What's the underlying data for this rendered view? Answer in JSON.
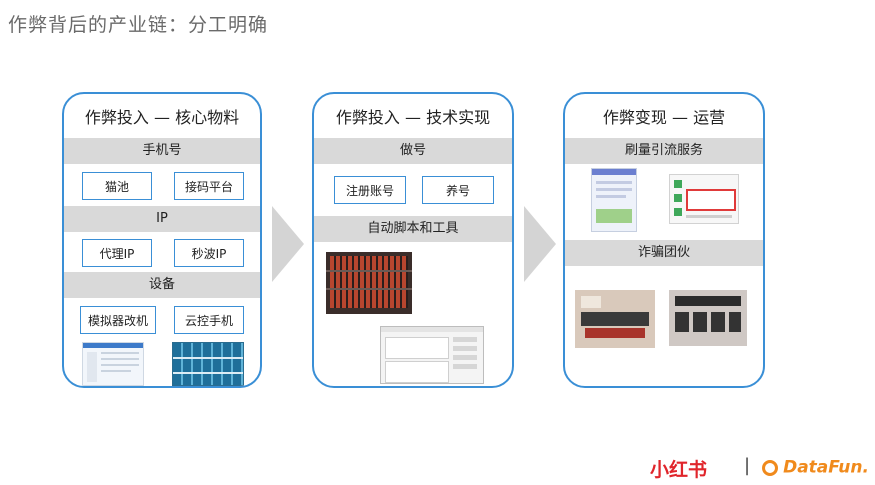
{
  "page_title": "作弊背后的产业链：分工明确",
  "cards": [
    {
      "title": "作弊投入 — 核心物料",
      "bars": [
        "手机号",
        "IP",
        "设备"
      ],
      "boxes": [
        "猫池",
        "接码平台",
        "代理IP",
        "秒波IP",
        "模拟器改机",
        "云控手机"
      ]
    },
    {
      "title": "作弊投入 — 技术实现",
      "bars": [
        "做号",
        "自动脚本和工具"
      ],
      "boxes": [
        "注册账号",
        "养号"
      ]
    },
    {
      "title": "作弊变现 — 运营",
      "bars": [
        "刷量引流服务",
        "诈骗团伙"
      ]
    }
  ],
  "footer": {
    "brand1": "小红书",
    "separator": "|",
    "brand2": "DataFun."
  },
  "colors": {
    "card_border": "#3a8fd6",
    "bar_bg": "#d9d9d9",
    "arrow": "#d4d4d4",
    "brand1": "#e0252b",
    "brand2": "#f08a1c"
  }
}
